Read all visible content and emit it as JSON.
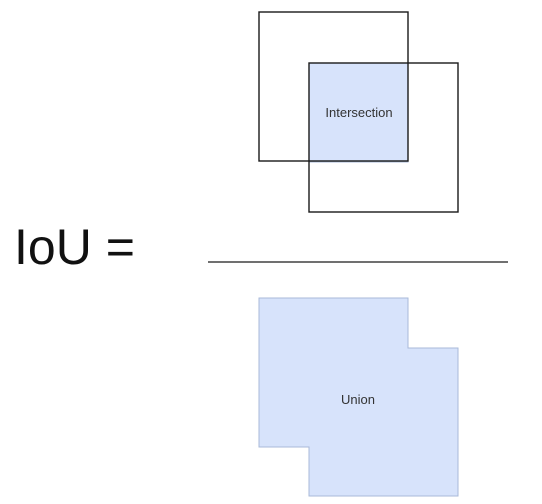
{
  "formula": {
    "lhs": "IoU ="
  },
  "numerator": {
    "label": "Intersection"
  },
  "denominator": {
    "label": "Union"
  },
  "colors": {
    "fill": "#d7e3fb",
    "stroke": "#1a1a1a",
    "fill_stroke": "#a9b9d8"
  }
}
